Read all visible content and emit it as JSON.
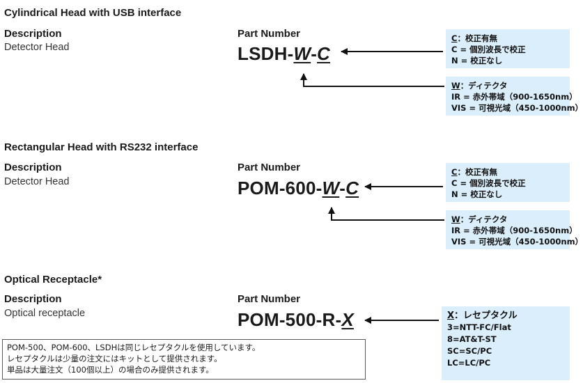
{
  "sections": [
    {
      "title": "Cylindrical Head with USB interface",
      "description_label": "Description",
      "description_value": "Detector Head",
      "part_number_label": "Part Number",
      "part_prefix": "LSDH-",
      "part_var1": "W",
      "part_sep": "-",
      "part_var2": "C",
      "cal_box": [
        "C：校正有無",
        "C = 個別波長で校正",
        "N = 校正なし"
      ],
      "det_box": [
        "W：ディテクタ",
        "IR = 赤外帯域（900-1650nm）",
        "VIS = 可視光域（450-1000nm）"
      ]
    },
    {
      "title": "Rectangular Head with RS232 interface",
      "description_label": "Description",
      "description_value": "Detector Head",
      "part_number_label": "Part Number",
      "part_prefix": "POM-600-",
      "part_var1": "W",
      "part_sep": "-",
      "part_var2": "C",
      "cal_box": [
        "C：校正有無",
        "C = 個別波長で校正",
        "N = 校正なし"
      ],
      "det_box": [
        "W：ディテクタ",
        "IR = 赤外帯域（900-1650nm）",
        "VIS = 可視光域（450-1000nm）"
      ]
    },
    {
      "title": "Optical Receptacle*",
      "description_label": "Description",
      "description_value": "Optical receptacle",
      "part_number_label": "Part Number",
      "part_prefix": "POM-500-R-",
      "part_var1": "X",
      "rec_box": [
        "X：レセプタクル",
        "3=NTT-FC/Flat",
        "8=AT&T-ST",
        "SC=SC/PC",
        "LC=LC/PC"
      ]
    }
  ],
  "note": [
    "POM-500、POM-600、LSDHは同じレセプタクルを使用しています。",
    "レセプタクルは少量の注文にはキットとして提供されます。",
    "単品は大量注文（100個以上）の場合のみ提供されます。"
  ],
  "colors": {
    "box_bg": "#dbeefb",
    "text": "#1a1a1a",
    "arrow": "#111111"
  }
}
